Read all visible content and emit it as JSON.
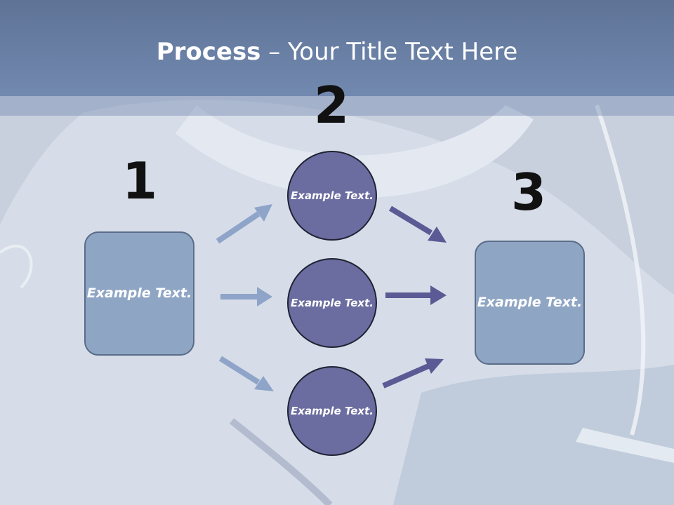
{
  "title": {
    "bold": "Process",
    "rest": " – Your Title Text Here"
  },
  "steps": {
    "one": "1",
    "two": "2",
    "three": "3"
  },
  "boxes": {
    "left": "Example Text.",
    "right": "Example Text."
  },
  "circles": {
    "top": "Example Text.",
    "middle": "Example Text.",
    "bottom": "Example Text."
  },
  "colors": {
    "title_bar": "#6a80a8",
    "box_fill": "#8fa5c4",
    "circle_fill": "#6b6c9f",
    "arrow_light": "#8ea4c8",
    "arrow_dark": "#5c5a95"
  }
}
